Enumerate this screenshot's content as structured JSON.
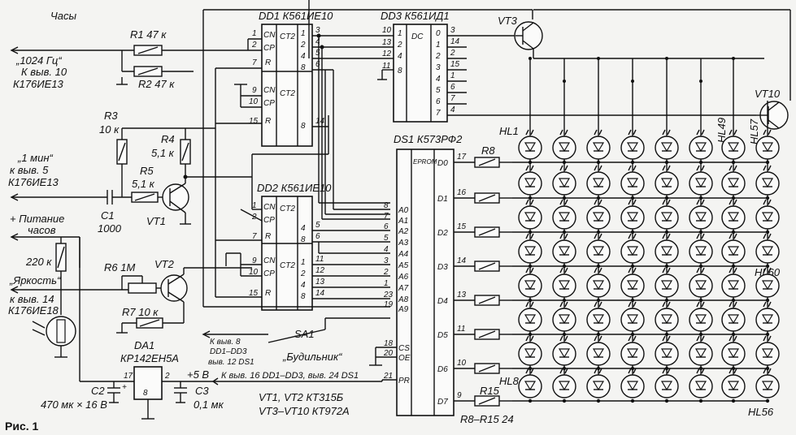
{
  "figure_label": "Рис. 1",
  "clock_label": "Часы",
  "inputs": {
    "in1024": [
      "„1024 Гц“",
      "К выв. 10",
      "К176ИЕ13"
    ],
    "in1min": [
      "„1 мин“",
      "к выв. 5",
      "К176ИЕ13"
    ],
    "power": [
      "+ Питание",
      "часов"
    ],
    "bright": [
      "„Яркость“",
      "к выв. 14",
      "К176ИЕ18"
    ]
  },
  "chips": {
    "dd1": {
      "name": "DD1  К561ИЕ10",
      "ct": "CT2",
      "cn": "CN",
      "cp": "CP",
      "r": "R",
      "pins_left_a": [
        "1",
        "2",
        "7"
      ],
      "pins_left_b": [
        "9",
        "10",
        "15"
      ],
      "outs_a": [
        "1",
        "2",
        "4",
        "8"
      ],
      "outs_b": [
        "8"
      ],
      "outpins_a": [
        "3",
        "4",
        "5",
        "6"
      ],
      "outpin_b": "14"
    },
    "dd2": {
      "name": "DD2  К561ИЕ10",
      "ct": "CT2",
      "cn": "CN",
      "cp": "CP",
      "r": "R",
      "pins_left_a": [
        "1",
        "2",
        "7"
      ],
      "pins_left_b": [
        "9",
        "10",
        "15"
      ],
      "outs_a": [
        "4",
        "8"
      ],
      "outs_b": [
        "1",
        "2",
        "4",
        "8"
      ],
      "outpins_a": [
        "5",
        "6"
      ],
      "outpins_b": [
        "11",
        "12",
        "13",
        "14"
      ]
    },
    "dd3": {
      "name": "DD3  К561ИД1",
      "dc": "DC",
      "in_labels": [
        "1",
        "2",
        "4",
        "8"
      ],
      "in_pins": [
        "10",
        "13",
        "12",
        "11"
      ],
      "out_labels": [
        "0",
        "1",
        "2",
        "3",
        "4",
        "5",
        "6",
        "7"
      ],
      "out_pins": [
        "3",
        "14",
        "2",
        "15",
        "1",
        "6",
        "7",
        "4"
      ]
    },
    "ds1": {
      "name": "DS1  К573РФ2",
      "eprom": "EPROM",
      "addr_labels": [
        "A0",
        "A1",
        "A2",
        "A3",
        "A4",
        "A5",
        "A6",
        "A7",
        "A8",
        "A9"
      ],
      "addr_pins": [
        "8",
        "7",
        "6",
        "5",
        "4",
        "3",
        "2",
        "1",
        "23",
        "19"
      ],
      "ctrl_labels": [
        "CS",
        "OE",
        "PR"
      ],
      "ctrl_pins": [
        "18",
        "20",
        "21"
      ],
      "data_labels": [
        "D0",
        "D1",
        "D2",
        "D3",
        "D4",
        "D5",
        "D6",
        "D7"
      ],
      "data_pins": [
        "17",
        "16",
        "15",
        "14",
        "13",
        "11",
        "10",
        "9"
      ]
    },
    "da1": {
      "name": "DA1",
      "part": "КР142ЕН5А",
      "pin_in": "17",
      "pin_out": "2",
      "pin_gnd": "8"
    }
  },
  "components": {
    "r1": "R1  47 к",
    "r2": "R2  47 к",
    "r3": [
      "R3",
      "10 к"
    ],
    "r4": [
      "R4",
      "5,1 к"
    ],
    "r5": [
      "R5",
      "5,1 к"
    ],
    "r6": "R6  1М",
    "r7": "R7  10 к",
    "r220": "220 к",
    "r8": "R8",
    "r15": "R15",
    "rbank": "R8–R15  24",
    "c1": [
      "C1",
      "1000"
    ],
    "c2": [
      "C2",
      "470 мк × 16 В"
    ],
    "c3": [
      "C3",
      "0,1 мк"
    ],
    "vt1": "VT1",
    "vt2": "VT2",
    "vt3": "VT3",
    "vt10": "VT10",
    "hl1": "HL1",
    "hl49": "HL49",
    "hl57": "HL57",
    "hl60": "HL60",
    "hl8": "HL8",
    "hl56": "HL56",
    "v5": "+5 В",
    "sa1": "SA1",
    "alarm": "„Будильник“",
    "conn_note": [
      "К выв. 8",
      "DD1–DD3",
      "выв. 12 DS1"
    ],
    "power_note": "К выв. 16 DD1–DD3, выв. 24 DS1",
    "parts_note": [
      "VT1, VT2  КТ315Б",
      "VT3–VT10  КТ972А"
    ]
  }
}
